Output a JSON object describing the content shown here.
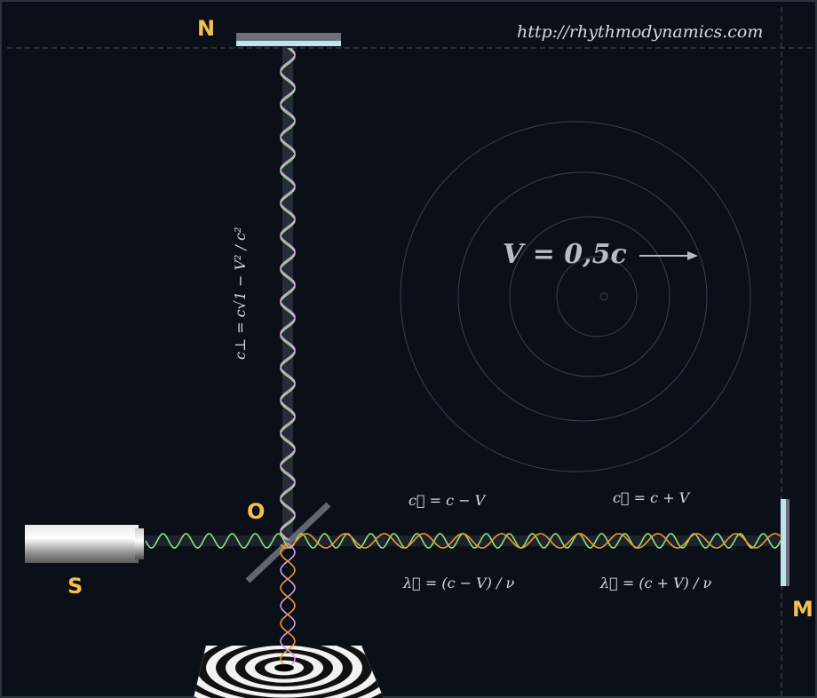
{
  "labels": {
    "mirror_north": "N",
    "origin": "O",
    "source": "S",
    "mirror_east": "M"
  },
  "credit": "http://rhythmodynamics.com",
  "velocity_label": "V = 0,5c",
  "equations": {
    "c_perpendicular": "c⊥ = c√1 − V² / c²",
    "c_forward": "c⃗ = c − V",
    "c_backward": "c⃖ = c + V",
    "lambda_forward": "λ⃗ = (c − V) / ν",
    "lambda_backward": "λ⃖ = (c + V) / ν"
  },
  "colors": {
    "background": "#0b0f17",
    "frame": "#2b3340",
    "label_yellow": "#f2c14e",
    "wave_green": "#8ee07a",
    "wave_pink": "#d79ce6",
    "wave_orange": "#f09a2c",
    "circle_gray": "#3b4250",
    "mirror_gray": "#6b7079",
    "mirror_light": "#bfe3ea"
  },
  "icons": {
    "velocity_arrow": "arrow-right-icon",
    "source": "light-source-cylinder-icon",
    "screen": "interference-rings-screen-icon"
  }
}
